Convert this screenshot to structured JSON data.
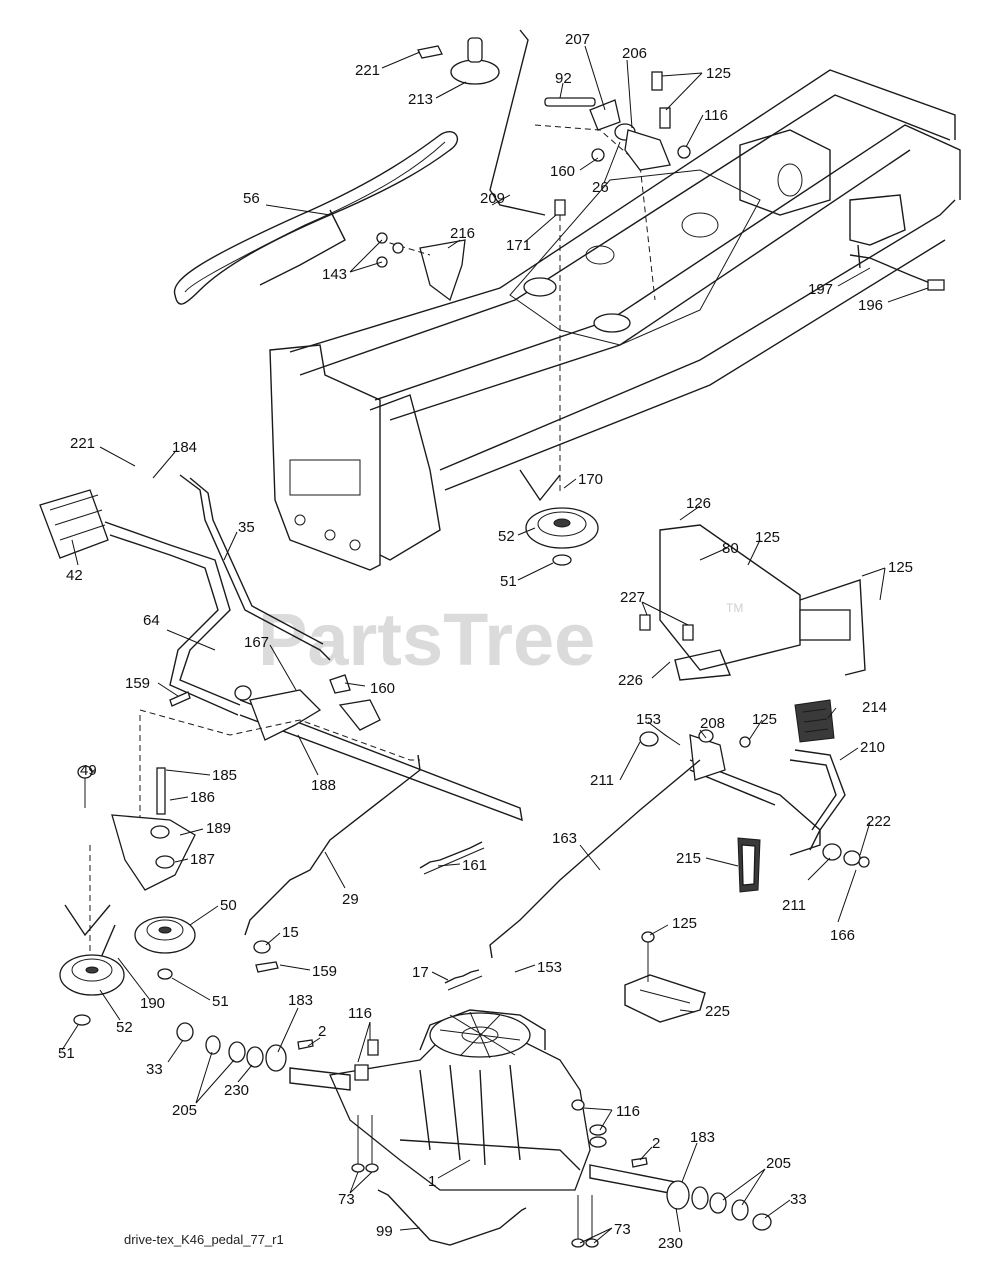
{
  "watermark": {
    "brand": "PartsTree",
    "mark": "TM"
  },
  "caption": "drive-tex_K46_pedal_77_r1",
  "callouts": {
    "c221a": "221",
    "c213": "213",
    "c207": "207",
    "c206": "206",
    "c125a": "125",
    "c92": "92",
    "c116a": "116",
    "c160a": "160",
    "c26": "26",
    "c56": "56",
    "c209": "209",
    "c171": "171",
    "c216": "216",
    "c143": "143",
    "c197": "197",
    "c196": "196",
    "c221b": "221",
    "c184": "184",
    "c35": "35",
    "c42": "42",
    "c170": "170",
    "c52a": "52",
    "c51a": "51",
    "c126": "126",
    "c80": "80",
    "c125b": "125",
    "c125c": "125",
    "c227": "227",
    "c226": "226",
    "c64": "64",
    "c167": "167",
    "c160b": "160",
    "c159a": "159",
    "c49": "49",
    "c185": "185",
    "c186": "186",
    "c188": "188",
    "c189": "189",
    "c187": "187",
    "c161": "161",
    "c29": "29",
    "c50": "50",
    "c15": "15",
    "c159b": "159",
    "c51b": "51",
    "c190": "190",
    "c52b": "52",
    "c51c": "51",
    "c153a": "153",
    "c208": "208",
    "c125d": "125",
    "c214": "214",
    "c210": "210",
    "c211a": "211",
    "c163": "163",
    "c222": "222",
    "c215": "215",
    "c211b": "211",
    "c166": "166",
    "c125e": "125",
    "c17": "17",
    "c153b": "153",
    "c225": "225",
    "c183a": "183",
    "c2a": "2",
    "c116b": "116",
    "c33a": "33",
    "c205a": "205",
    "c230a": "230",
    "c116c": "116",
    "c2b": "2",
    "c183b": "183",
    "c205b": "205",
    "c33b": "33",
    "c1": "1",
    "c73a": "73",
    "c73b": "73",
    "c99": "99",
    "c230b": "230"
  }
}
